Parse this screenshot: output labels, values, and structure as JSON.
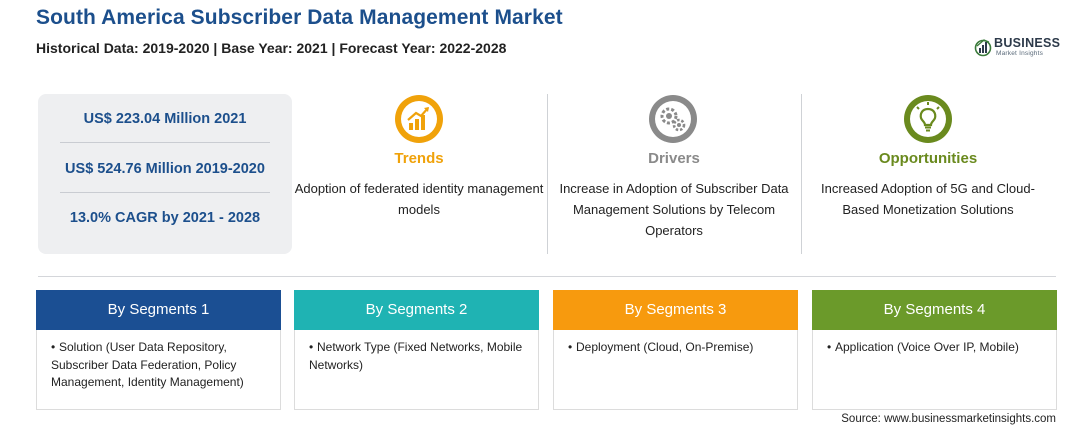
{
  "header": {
    "title": "South America Subscriber Data Management Market",
    "subtitle": "Historical Data: 2019-2020 | Base Year: 2021 | Forecast Year: 2022-2028"
  },
  "logo": {
    "word": "BUSINESS",
    "sub": "Market Insights"
  },
  "stats": [
    "US$ 223.04 Million 2021",
    "US$ 524.76 Million 2019-2020",
    "13.0% CAGR by 2021 - 2028"
  ],
  "columns": [
    {
      "heading": "Trends",
      "text": "Adoption of federated identity management models",
      "color": "#f0a20a",
      "icon": "growth-chart-icon"
    },
    {
      "heading": "Drivers",
      "text": "Increase in Adoption of Subscriber Data Management Solutions by Telecom Operators",
      "color": "#8a8a8a",
      "icon": "gears-icon"
    },
    {
      "heading": "Opportunities",
      "text": "Increased Adoption of 5G and Cloud-Based Monetization Solutions",
      "color": "#6a8a1e",
      "icon": "lightbulb-icon"
    }
  ],
  "segments": [
    {
      "heading": "By Segments 1",
      "text": "Solution (User Data Repository, Subscriber Data Federation, Policy Management, Identity Management)",
      "color": "#1b4f93"
    },
    {
      "heading": "By Segments 2",
      "text": "Network Type (Fixed Networks, Mobile Networks)",
      "color": "#1fb3b3"
    },
    {
      "heading": "By Segments 3",
      "text": "Deployment (Cloud, On-Premise)",
      "color": "#f79a0e"
    },
    {
      "heading": "By Segments 4",
      "text": "Application (Voice Over IP, Mobile)",
      "color": "#6b9a2a"
    }
  ],
  "source": "Source: www.businessmarketinsights.com"
}
